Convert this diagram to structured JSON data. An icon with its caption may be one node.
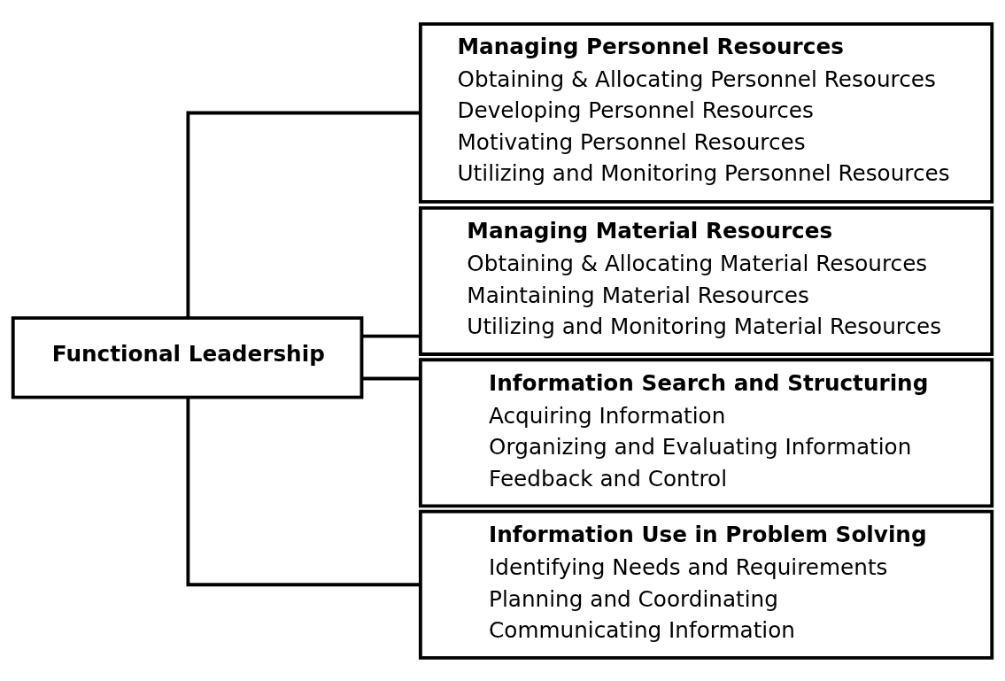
{
  "diagram": {
    "nodes": [
      {
        "text": [
          "Functional Leadership"
        ]
      },
      {
        "text": [
          "Managing Personnel Resources",
          "Obtaining & Allocating Personnel Resources",
          "Developing Personnel Resources",
          "Motivating Personnel Resources",
          "Utilizing and Monitoring Personnel Resources"
        ]
      },
      {
        "text": [
          "Managing Material Resources",
          "Obtaining & Allocating Material Resources",
          "Maintaining Material Resources",
          "Utilizing and Monitoring Material Resources"
        ]
      },
      {
        "text": [
          "Information Search and Structuring",
          "Acquiring Information",
          "Organizing and Evaluating Information",
          "Feedback and Control"
        ]
      },
      {
        "text": [
          "Information Use in Problem Solving",
          "Identifying Needs and Requirements",
          "Planning and Coordinating",
          "Communicating Information"
        ]
      }
    ],
    "edges": [
      {
        "from": 0,
        "to": 1,
        "arrow": "none"
      },
      {
        "from": 0,
        "to": 2,
        "arrow": "none"
      },
      {
        "from": 0,
        "to": 3,
        "arrow": "none"
      },
      {
        "from": 0,
        "to": 4,
        "arrow": "none"
      }
    ]
  }
}
